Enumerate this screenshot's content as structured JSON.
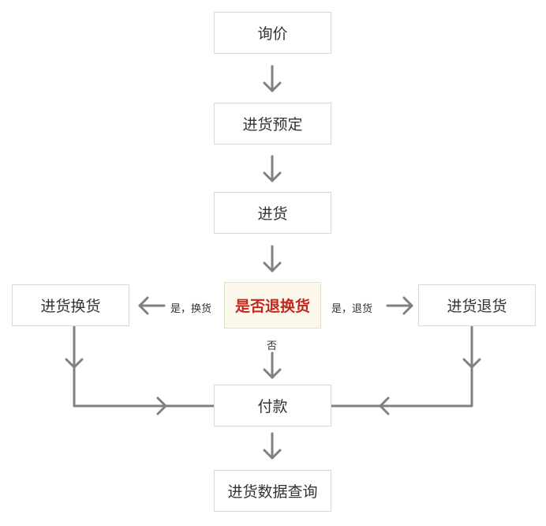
{
  "nodes": {
    "inquiry": "询价",
    "purchase_reservation": "进货预定",
    "purchase": "进货",
    "decision": "是否退换货",
    "exchange": "进货换货",
    "return": "进货退货",
    "payment": "付款",
    "query": "进货数据查询"
  },
  "edge_labels": {
    "yes_exchange": "是，换货",
    "yes_return": "是，退货",
    "no": "否"
  },
  "colors": {
    "arrow": "#808080",
    "decision_text": "#c0281f",
    "decision_bg": "#fdf8ec",
    "box_border": "#d9d9d9"
  }
}
